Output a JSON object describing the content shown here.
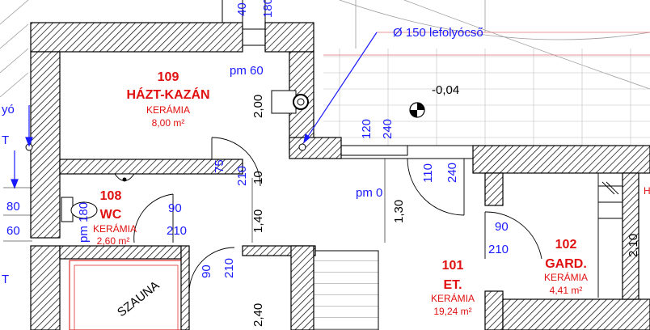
{
  "rooms": {
    "r109": {
      "number": "109",
      "name": "HÁZT-KAZÁN",
      "material": "KERÁMIA",
      "area": "8,00 m²"
    },
    "r108": {
      "number": "108",
      "name": "WC",
      "material": "KERÁMIA",
      "area": "2,60 m²"
    },
    "r101": {
      "number": "101",
      "name": "ET.",
      "material": "KERÁMIA",
      "area": "19,24 m²"
    },
    "r102": {
      "number": "102",
      "name": "GARD.",
      "material": "KERÁMIA",
      "area": "4,41 m²"
    }
  },
  "labels": {
    "drainpipe": "Ø 150 lefolyócső",
    "level_top": "-0,04",
    "pm60": "pm 60",
    "pm0": "pm 0",
    "pm180": "pm 180",
    "sauna": "SZAUNA",
    "edge_vo": "yó",
    "edge_t1": "T",
    "edge_t2": "T",
    "right_partial": "H"
  },
  "dims": {
    "d40": "40",
    "d180": "180",
    "d200": "2,00",
    "d120": "120",
    "d240a": "240",
    "d75": "75",
    "d210a": "210",
    "d10": "10",
    "d110": "110",
    "d240b": "240",
    "d130": "1,30",
    "d140": "1,40",
    "d80": "80",
    "d60": "60",
    "d90a": "90",
    "d210b": "210",
    "d90b": "90",
    "d210c": "210",
    "d90c": "90",
    "d210d": "210",
    "d240c": "2,40",
    "d210e": "2,10"
  }
}
